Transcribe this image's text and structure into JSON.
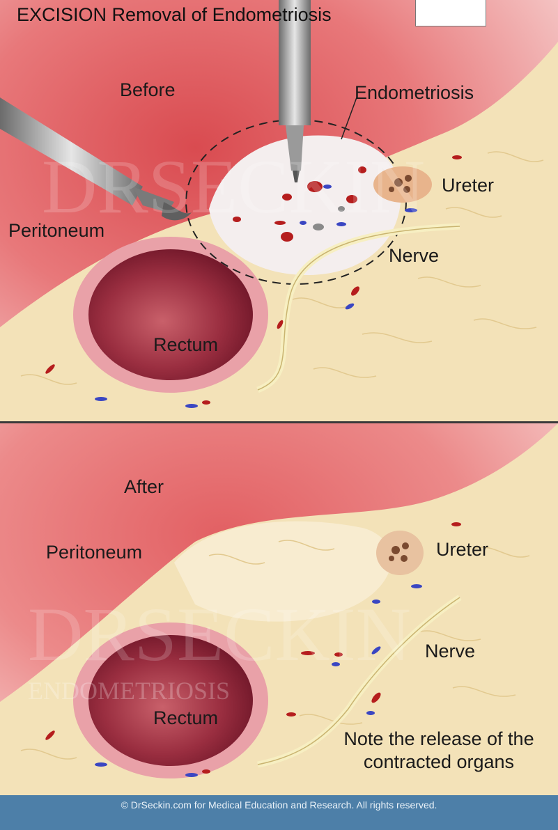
{
  "header": {
    "title": "EXCISION Removal of Endometriosis"
  },
  "before_panel": {
    "heading": "Before",
    "labels": {
      "endometriosis": "Endometriosis",
      "ureter": "Ureter",
      "peritoneum": "Peritoneum",
      "nerve": "Nerve",
      "rectum": "Rectum"
    }
  },
  "after_panel": {
    "heading": "After",
    "labels": {
      "peritoneum": "Peritoneum",
      "ureter": "Ureter",
      "nerve": "Nerve",
      "rectum": "Rectum"
    },
    "note_line1": "Note the release of the",
    "note_line2": "contracted organs"
  },
  "watermark": {
    "brand": "DRSECKIN",
    "subtitle": "ENDOMETRIOSIS"
  },
  "footer": {
    "copyright": "© DrSeckin.com for Medical Education and Research. All rights reserved."
  },
  "colors": {
    "peritoneum_pink": "#e8787a",
    "tissue_cream": "#f3e2b8",
    "rectum_dark": "#9a2e40",
    "lesion_white": "#f4eeee",
    "footer_blue": "#4d7fa8"
  }
}
